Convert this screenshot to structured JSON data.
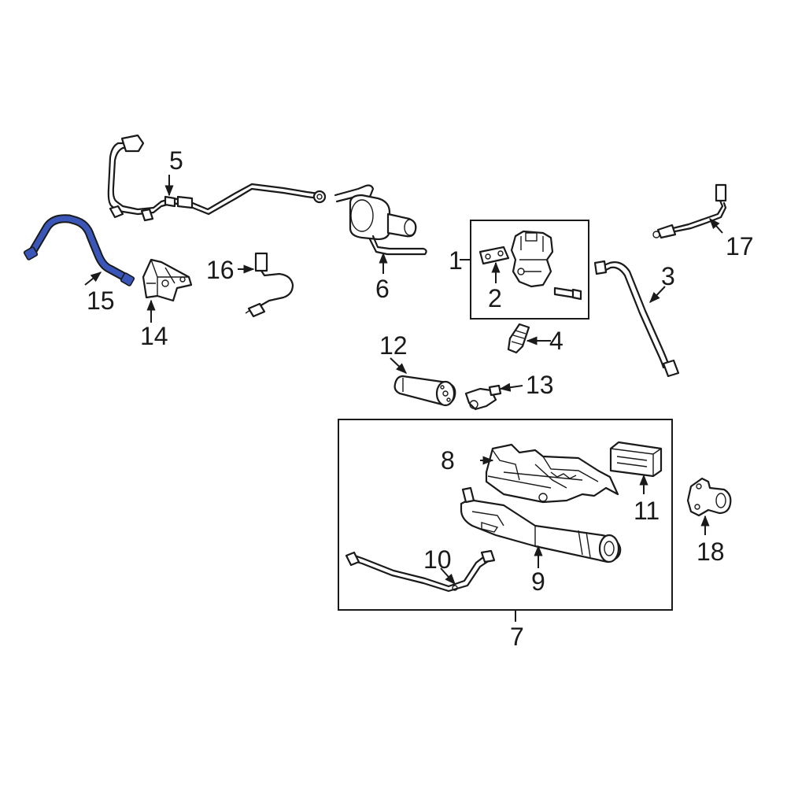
{
  "diagram": {
    "highlight_color": "#3a56b8",
    "highlighted_part": "15",
    "callouts": {
      "c1": "1",
      "c2": "2",
      "c3": "3",
      "c4": "4",
      "c5": "5",
      "c6": "6",
      "c7": "7",
      "c8": "8",
      "c9": "9",
      "c10": "10",
      "c11": "11",
      "c12": "12",
      "c13": "13",
      "c14": "14",
      "c15": "15",
      "c16": "16",
      "c17": "17",
      "c18": "18"
    }
  }
}
